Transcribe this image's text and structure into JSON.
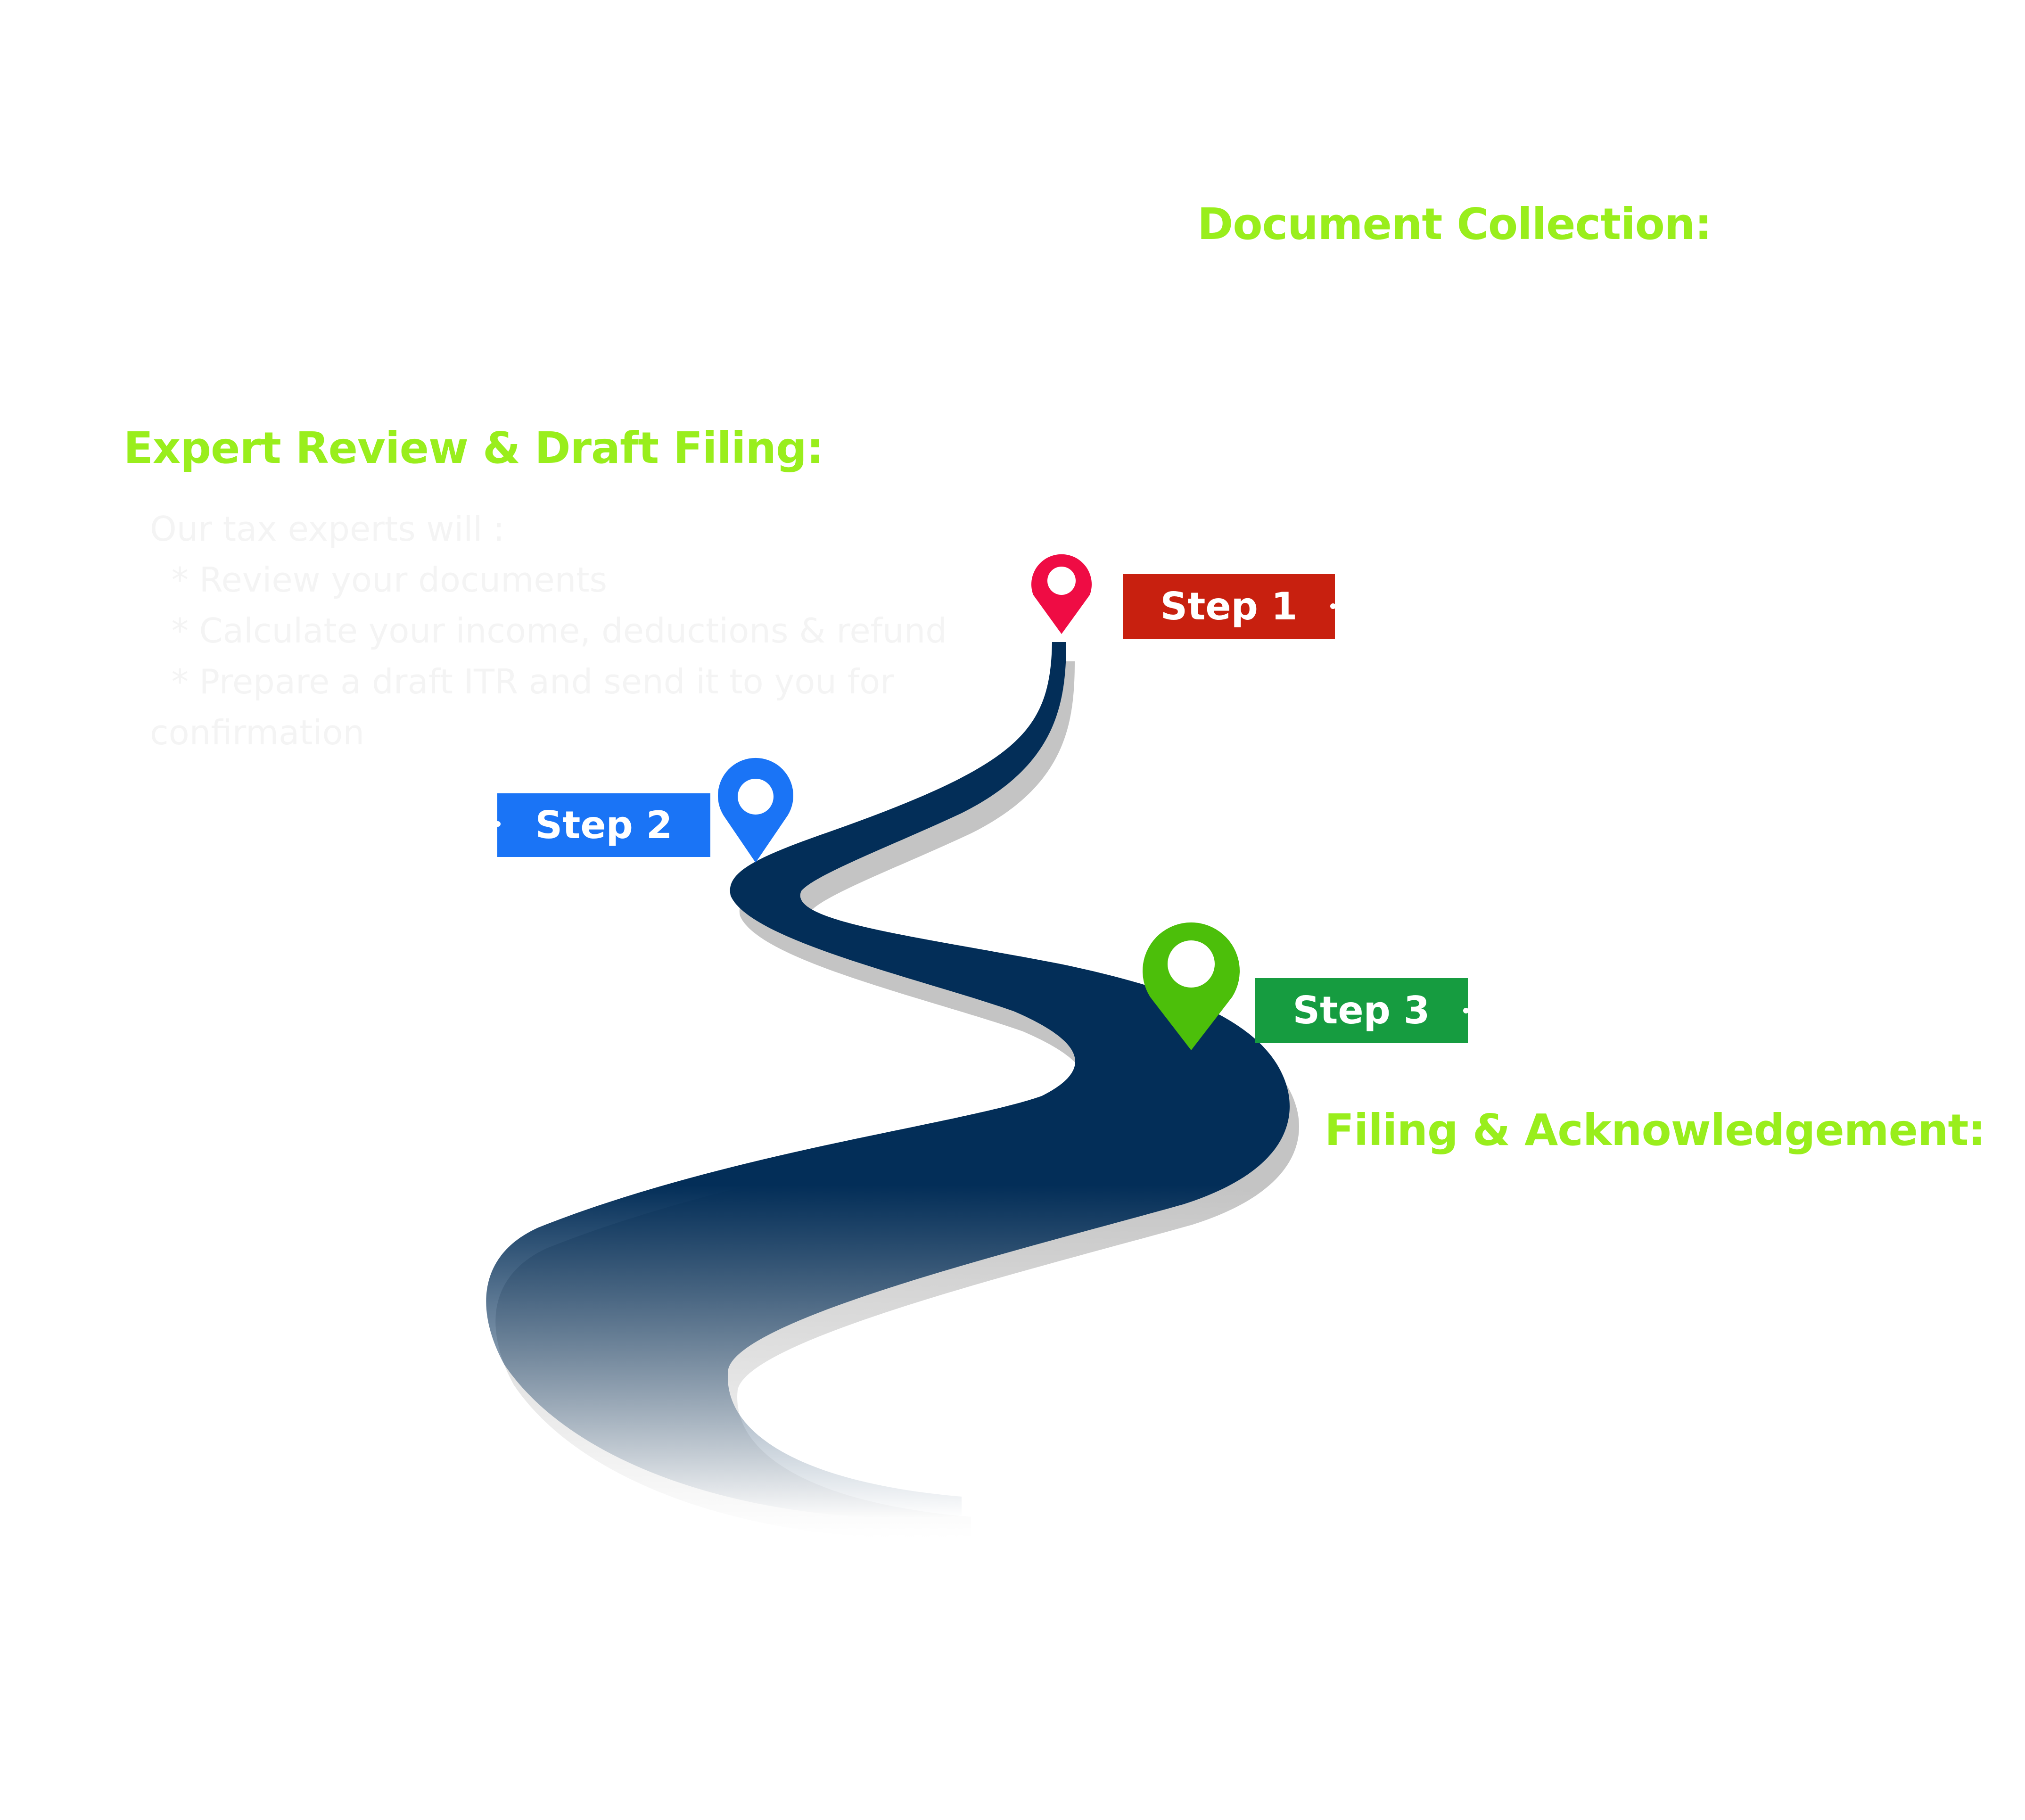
{
  "steps": [
    {
      "label": "Step 1",
      "heading": "Document Collection:",
      "color": "#c8200f",
      "pin_color": "#ef0c44",
      "pin_icon": "map-pin-icon"
    },
    {
      "label": "Step 2",
      "heading": "Expert Review & Draft Filing:",
      "color": "#1a74f6",
      "pin_color": "#1a74f6",
      "pin_icon": "map-pin-icon",
      "description": [
        "Our tax experts will :",
        "  * Review your documents",
        "  * Calculate your income, deductions & refund",
        "  * Prepare a draft ITR and send it to you for",
        "confirmation"
      ]
    },
    {
      "label": "Step 3",
      "heading": "Filing & Acknowledgement:",
      "color": "#169c40",
      "pin_color": "#4cbf0a",
      "pin_icon": "map-pin-icon"
    }
  ],
  "colors": {
    "heading": "#99ee1c",
    "road": "#032e58",
    "road_shadow": "#c4c4c4",
    "description_text": "#f4f4f4"
  }
}
